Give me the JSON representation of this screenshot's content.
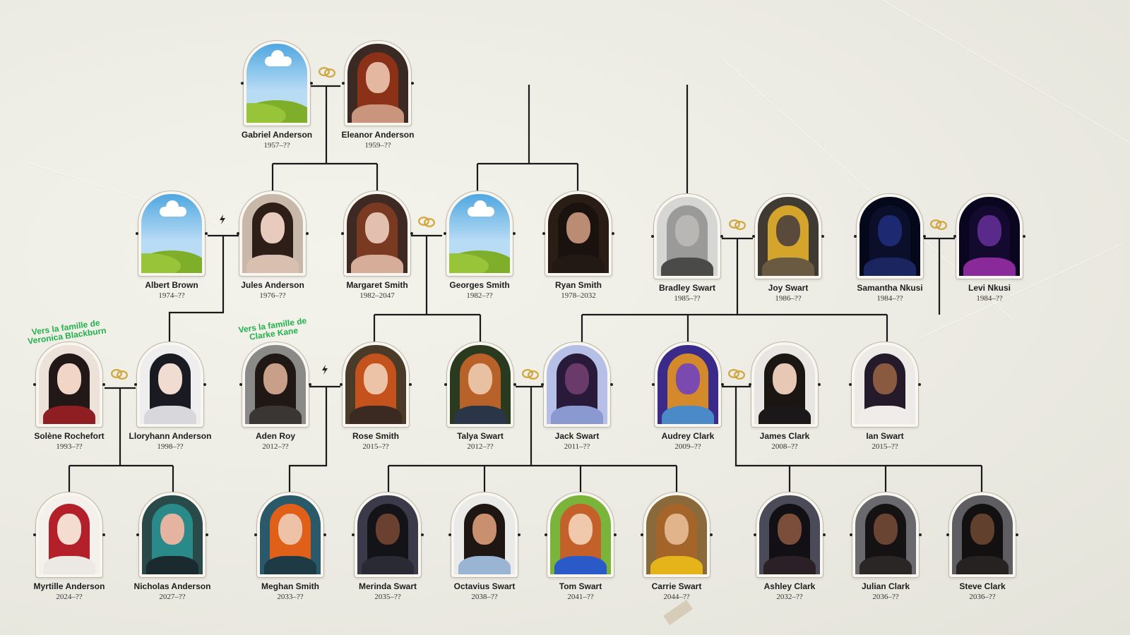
{
  "people": [
    {
      "key": "gabriel",
      "name": "Gabriel Anderson",
      "dates": "1957–??",
      "portrait": "placeholder-landscape"
    },
    {
      "key": "eleanor",
      "name": "Eleanor Anderson",
      "dates": "1959–??",
      "portrait": "red-hair-woman"
    },
    {
      "key": "albert",
      "name": "Albert Brown",
      "dates": "1974–??",
      "portrait": "placeholder-landscape"
    },
    {
      "key": "jules",
      "name": "Jules Anderson",
      "dates": "1976–??",
      "portrait": "dark-hair-woman"
    },
    {
      "key": "margaret",
      "name": "Margaret Smith",
      "dates": "1982–2047",
      "portrait": "auburn-curly-woman"
    },
    {
      "key": "georges",
      "name": "Georges Smith",
      "dates": "1982–??",
      "portrait": "placeholder-landscape"
    },
    {
      "key": "ryan",
      "name": "Ryan Smith",
      "dates": "1978–2032",
      "portrait": "dark-suit-man"
    },
    {
      "key": "bradley",
      "name": "Bradley Swart",
      "dates": "1985–??",
      "portrait": "grey-old-man"
    },
    {
      "key": "joy",
      "name": "Joy Swart",
      "dates": "1986–??",
      "portrait": "headwrap-woman"
    },
    {
      "key": "samantha",
      "name": "Samantha Nkusi",
      "dates": "1984–??",
      "portrait": "blue-lit-woman"
    },
    {
      "key": "levi",
      "name": "Levi Nkusi",
      "dates": "1984–??",
      "portrait": "purple-lit-man"
    },
    {
      "key": "solene",
      "name": "Solène Rochefort",
      "dates": "1993–??",
      "portrait": "anime-dark-hair-woman"
    },
    {
      "key": "lloryhann",
      "name": "Lloryhann Anderson",
      "dates": "1998–??",
      "portrait": "anime-white-shirt-man"
    },
    {
      "key": "aden",
      "name": "Aden Roy",
      "dates": "2012–??",
      "portrait": "dark-hair-man"
    },
    {
      "key": "rose",
      "name": "Rose Smith",
      "dates": "2015–??",
      "portrait": "ginger-woman"
    },
    {
      "key": "talya",
      "name": "Talya Swart",
      "dates": "2012–??",
      "portrait": "copper-hair-woman"
    },
    {
      "key": "jack",
      "name": "Jack Swart",
      "dates": "2011–??",
      "portrait": "painted-man"
    },
    {
      "key": "audrey",
      "name": "Audrey Clark",
      "dates": "2009–??",
      "portrait": "painted-headwrap-woman"
    },
    {
      "key": "james",
      "name": "James Clark",
      "dates": "2008–??",
      "portrait": "teen-boy"
    },
    {
      "key": "ian",
      "name": "Ian Swart",
      "dates": "2015–??",
      "portrait": "young-man"
    },
    {
      "key": "myrtille",
      "name": "Myrtille Anderson",
      "dates": "2024–??",
      "portrait": "anime-red-hair-girl"
    },
    {
      "key": "nicholas",
      "name": "Nicholas Anderson",
      "dates": "2027–??",
      "portrait": "teal-hair-boy"
    },
    {
      "key": "meghan",
      "name": "Meghan Smith",
      "dates": "2033–??",
      "portrait": "orange-hair-girl"
    },
    {
      "key": "merinda",
      "name": "Merinda Swart",
      "dates": "2035–??",
      "portrait": "smiling-girl"
    },
    {
      "key": "octavius",
      "name": "Octavius Swart",
      "dates": "2038–??",
      "portrait": "curly-boy"
    },
    {
      "key": "tom",
      "name": "Tom Swart",
      "dates": "2041–??",
      "portrait": "curly-ginger-boy"
    },
    {
      "key": "carrie",
      "name": "Carrie Swart",
      "dates": "2044–??",
      "portrait": "toddler-girl"
    },
    {
      "key": "ashley",
      "name": "Ashley Clark",
      "dates": "2032–??",
      "portrait": "dark-hair-girl"
    },
    {
      "key": "julian",
      "name": "Julian Clark",
      "dates": "2036–??",
      "portrait": "boy"
    },
    {
      "key": "steve",
      "name": "Steve Clark",
      "dates": "2036–??",
      "portrait": "boy"
    }
  ],
  "notes": [
    {
      "key": "blackburn",
      "text": "Vers la famille de\nVeronica Blackburn"
    },
    {
      "key": "kane",
      "text": "Vers la famille de\nClarke Kane"
    }
  ],
  "symbols": {
    "marriage": "wedding-rings-icon",
    "divorce": "lightning-bolt-icon"
  },
  "colors": {
    "line": "#1a1a1a",
    "note": "#22b14c",
    "paper": "#eeede5"
  }
}
